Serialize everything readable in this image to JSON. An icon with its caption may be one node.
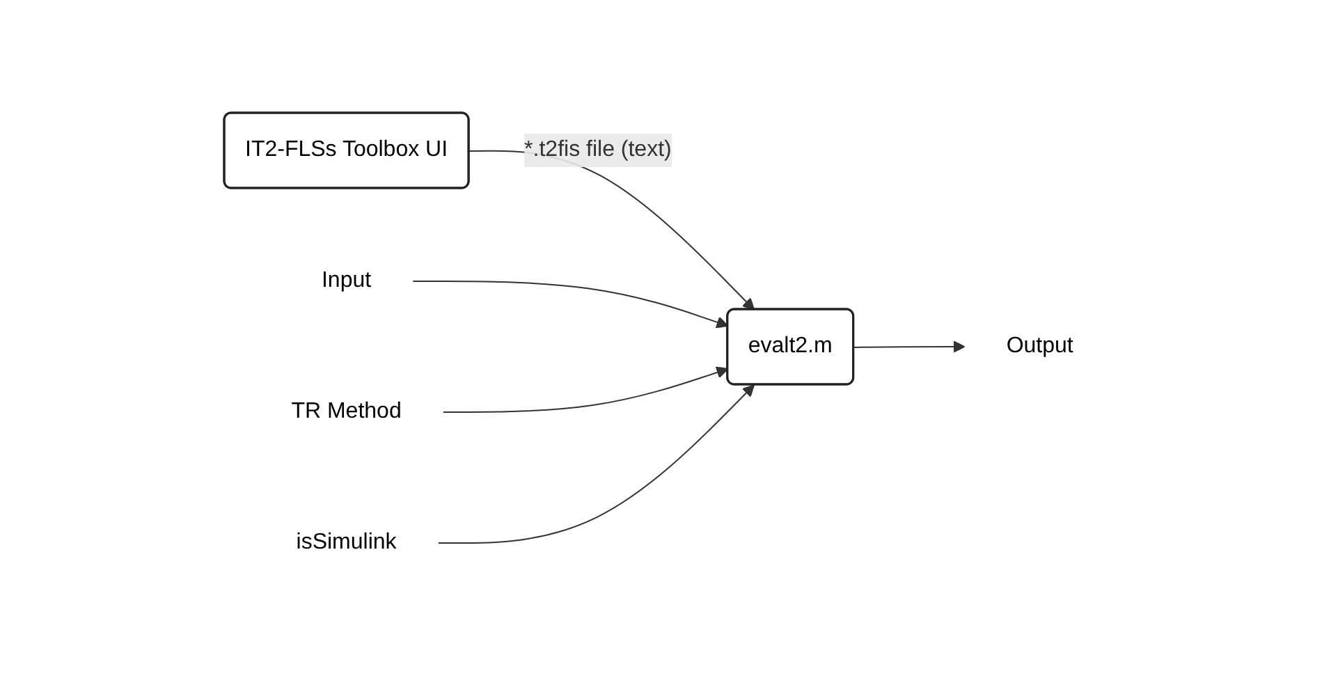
{
  "diagram": {
    "nodes": [
      {
        "text": [
          "IT2-FLSs Toolbox UI"
        ]
      },
      {
        "text": [
          "evalt2.m"
        ]
      },
      {
        "text": [
          "Input"
        ]
      },
      {
        "text": [
          "TR Method"
        ]
      },
      {
        "text": [
          "isSimulink"
        ]
      },
      {
        "text": [
          "Output"
        ]
      }
    ],
    "edges": [
      {
        "from": 0,
        "to": 1,
        "arrow": "to",
        "label": "*.t2fis file (text)"
      },
      {
        "from": 2,
        "to": 1,
        "arrow": "to"
      },
      {
        "from": 3,
        "to": 1,
        "arrow": "to"
      },
      {
        "from": 4,
        "to": 1,
        "arrow": "to"
      },
      {
        "from": 1,
        "to": 5,
        "arrow": "to"
      }
    ]
  }
}
